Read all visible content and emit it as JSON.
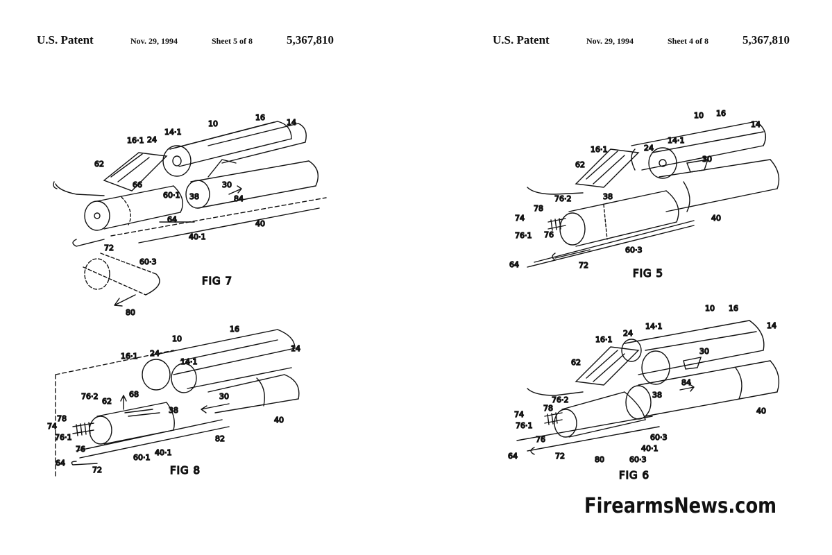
{
  "left_sheet": {
    "patent_label": "U.S. Patent",
    "date": "Nov. 29, 1994",
    "sheet": "Sheet 5 of 8",
    "patent_number": "5,367,810"
  },
  "right_sheet": {
    "patent_label": "U.S. Patent",
    "date": "Nov. 29, 1994",
    "sheet": "Sheet 4 of 8",
    "patent_number": "5,367,810"
  },
  "figures": {
    "fig7": {
      "caption": "FIG 7",
      "labels": [
        "10",
        "16",
        "14",
        "16·1",
        "24",
        "14·1",
        "62",
        "66",
        "30",
        "38",
        "84",
        "60·1",
        "64",
        "40",
        "40·1",
        "72",
        "60·3",
        "80"
      ]
    },
    "fig8": {
      "caption": "FIG 8",
      "labels": [
        "10",
        "16",
        "14",
        "16·1",
        "24",
        "14·1",
        "76·2",
        "62",
        "68",
        "30",
        "38",
        "78",
        "74",
        "76·1",
        "76",
        "82",
        "40",
        "60·1",
        "40·1",
        "64",
        "72"
      ]
    },
    "fig5": {
      "caption": "FIG 5",
      "labels": [
        "10",
        "16",
        "14",
        "16·1",
        "24",
        "14·1",
        "30",
        "62",
        "38",
        "76·2",
        "78",
        "74",
        "76·1",
        "76",
        "40",
        "60·3",
        "64",
        "72"
      ]
    },
    "fig6": {
      "caption": "FIG 6",
      "labels": [
        "10",
        "16",
        "14",
        "16·1",
        "24",
        "14·1",
        "30",
        "62",
        "84",
        "38",
        "78",
        "76·2",
        "74",
        "76·1",
        "76",
        "40",
        "60·3",
        "40·1",
        "64",
        "72",
        "80",
        "60·3"
      ]
    }
  },
  "watermark": "FirearmsNews.com"
}
